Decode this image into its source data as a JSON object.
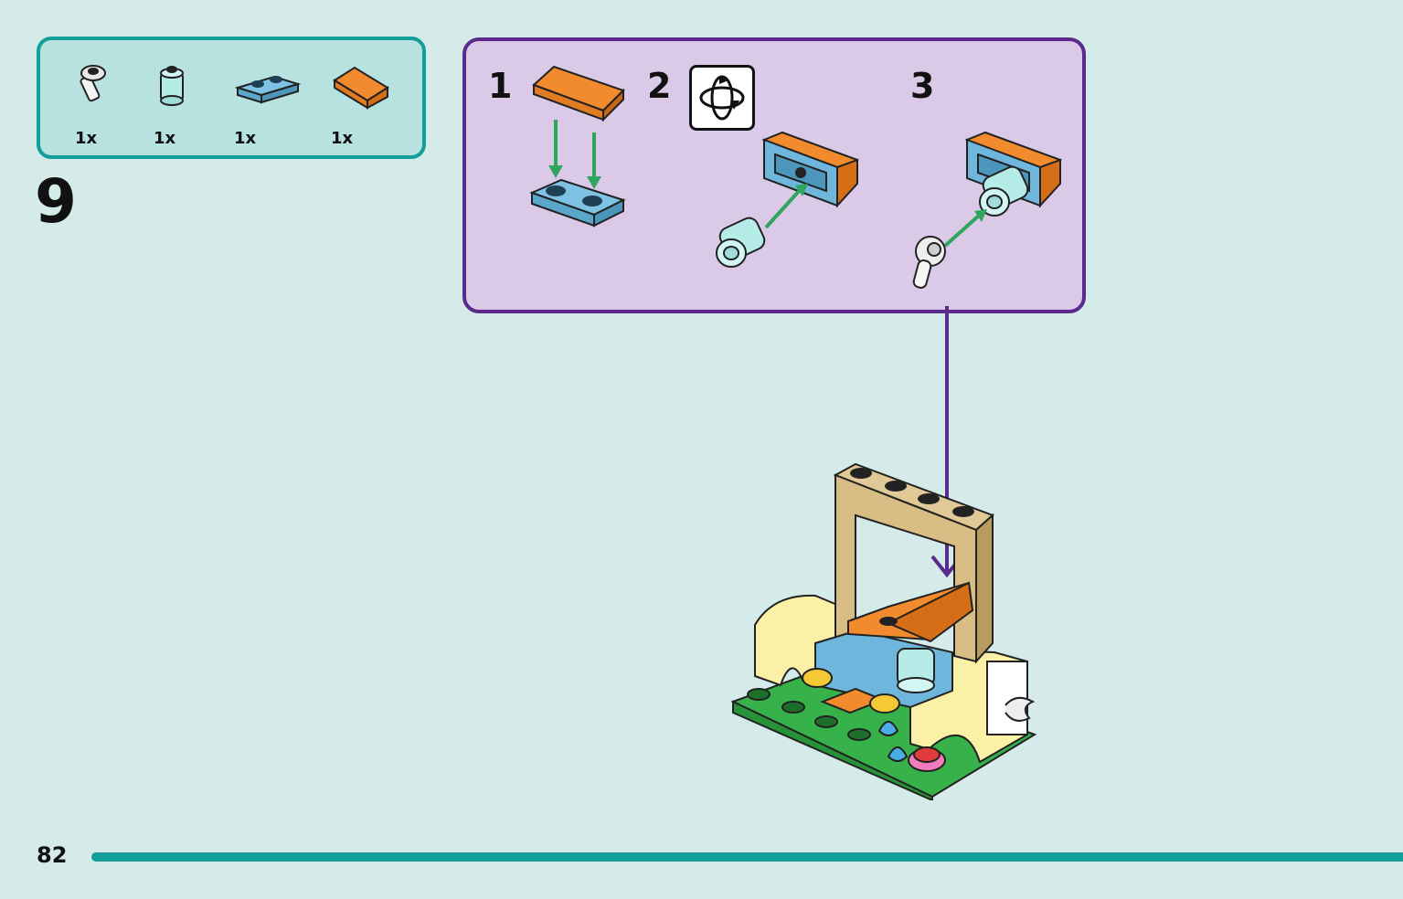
{
  "parts": [
    {
      "name": "transparent-round-tile-with-bar",
      "quantity": "1x"
    },
    {
      "name": "transparent-light-blue-round-brick",
      "quantity": "1x"
    },
    {
      "name": "medium-azure-plate-1x2",
      "quantity": "1x"
    },
    {
      "name": "orange-slope-1x2",
      "quantity": "1x"
    }
  ],
  "step": {
    "number": "9"
  },
  "substeps": [
    {
      "number": "1"
    },
    {
      "number": "2",
      "icon": "rotate-model-icon"
    },
    {
      "number": "3"
    }
  ],
  "page": {
    "number": "82"
  },
  "colors": {
    "background": "#d5ebea",
    "parts_border": "#139e9a",
    "parts_fill": "#b8e2e0",
    "substep_border": "#5b2a8c",
    "substep_fill": "#dac9e7",
    "orange": "#f28a2e",
    "azure": "#6fb6dc",
    "green_arrow": "#2fa55e",
    "purple_arrow": "#5b2a8c"
  }
}
